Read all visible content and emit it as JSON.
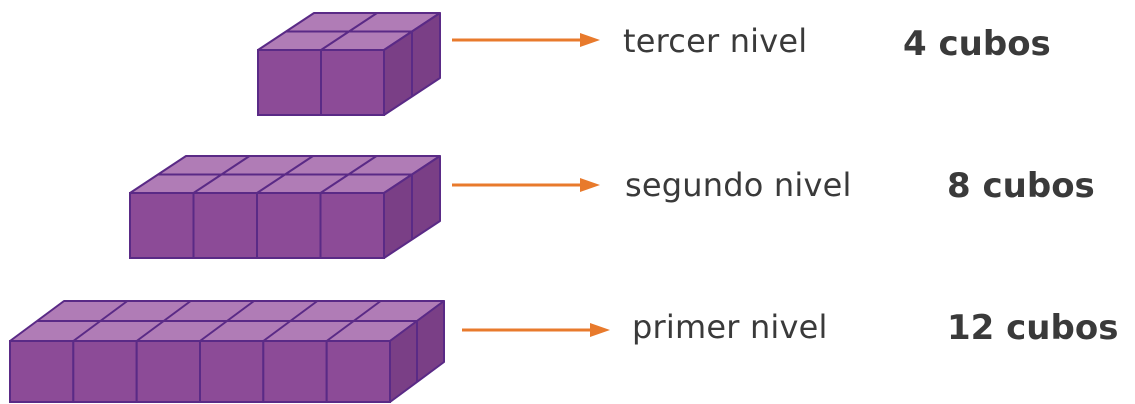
{
  "colors": {
    "cube_front": "#8c4b97",
    "cube_top": "#b07cb6",
    "cube_side": "#7a3f86",
    "cube_edge": "#5a2a86",
    "arrow": "#e87a2c",
    "text": "#3a3a3a"
  },
  "levels": [
    {
      "label": "tercer nivel",
      "count": "4 cubos",
      "cols": 2,
      "rows": 2
    },
    {
      "label": "segundo nivel",
      "count": "8 cubos",
      "cols": 4,
      "rows": 2
    },
    {
      "label": "primer nivel",
      "count": "12 cubos",
      "cols": 6,
      "rows": 2
    }
  ]
}
